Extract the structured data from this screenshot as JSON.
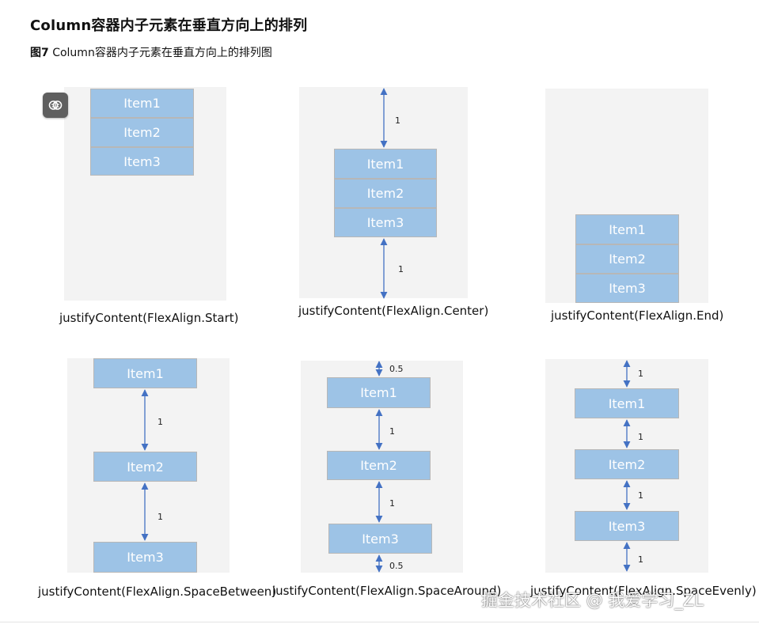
{
  "title": "Column容器内子元素在垂直方向上的排列",
  "figure": {
    "number": "图7",
    "caption": "Column容器内子元素在垂直方向上的排列图"
  },
  "ai_button": {
    "icon": "brain-icon"
  },
  "item_labels": {
    "item1": "Item1",
    "item2": "Item2",
    "item3": "Item3"
  },
  "diagrams": {
    "start": {
      "caption": "justifyContent(FlexAlign.Start)"
    },
    "center": {
      "caption": "justifyContent(FlexAlign.Center)",
      "gap_top": "1",
      "gap_bottom": "1"
    },
    "end": {
      "caption": "justifyContent(FlexAlign.End)"
    },
    "space_between": {
      "caption": "justifyContent(FlexAlign.SpaceBetween)",
      "gap1": "1",
      "gap2": "1"
    },
    "space_around": {
      "caption": "justifyContent(FlexAlign.SpaceAround)",
      "gap_top": "0.5",
      "gap1": "1",
      "gap2": "1",
      "gap_bottom": "0.5"
    },
    "space_evenly": {
      "caption": "justifyContent(FlexAlign.SpaceEvenly)",
      "gap_top": "1",
      "gap1": "1",
      "gap2": "1",
      "gap_bottom": "1"
    }
  },
  "colors": {
    "item_fill": "#9dc3e6",
    "panel": "#f3f3f3",
    "arrow": "#4472c4"
  },
  "watermark": "掘金技术社区 @ 我爱学习_ZL"
}
